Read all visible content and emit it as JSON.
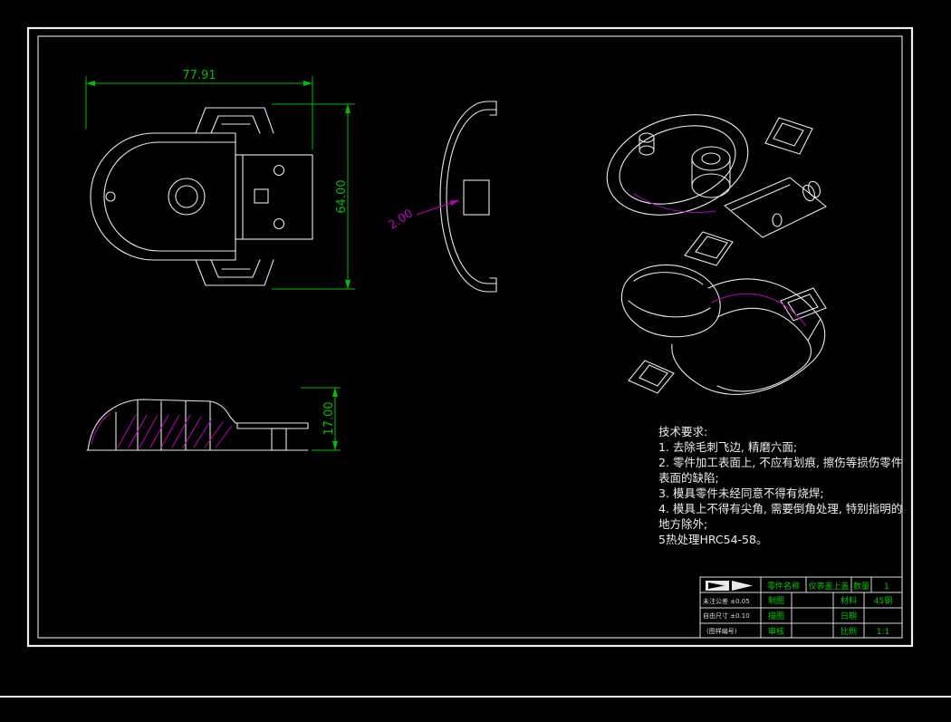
{
  "app": {
    "background": "#000000"
  },
  "colors": {
    "line": "#e8e8e8",
    "dimension": "#00bf00",
    "accent_magenta": "#bf00bf",
    "table_text": "#00cc00"
  },
  "dims": {
    "front_width": "77.91",
    "front_height": "64.00",
    "wall_thickness": "2.00",
    "side_height": "17.00"
  },
  "tech": {
    "lines": [
      "技术要求:",
      "1. 去除毛刺飞边, 精磨六面;",
      "2. 零件加工表面上, 不应有划痕, 擦伤等损伤零件",
      "表面的缺陷;",
      "3. 模具零件未经同意不得有烧焊;",
      "4. 模具上不得有尖角, 需要倒角处理, 特别指明的",
      "地方除外;",
      "5热处理HRC54-58。"
    ]
  },
  "title_block": {
    "part_name_label": "零件名称",
    "part_name": "仪表盖上盖",
    "qty_label": "数量",
    "qty_value": "1",
    "rows": [
      {
        "label": "制图",
        "right_label": "材料",
        "right_value": "45钢"
      },
      {
        "label": "描图",
        "right_label": "日期",
        "right_value": ""
      },
      {
        "label": "审核",
        "right_label": "比例",
        "right_value": "1:1"
      }
    ],
    "notes": [
      "未注公差 ±0.05",
      "自由尺寸 ±0.10",
      "(图样编号)"
    ]
  }
}
